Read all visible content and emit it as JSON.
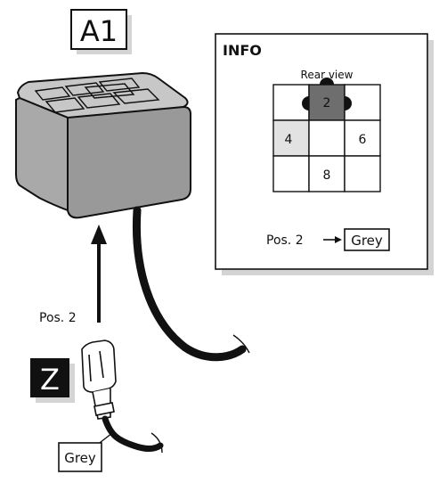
{
  "component_label": "A1",
  "connector_label": "Z",
  "pin_label": "Pos. 2",
  "wire_tag": "Grey",
  "info": {
    "title": "INFO",
    "view": "Rear view",
    "pins": {
      "p2": "2",
      "p4": "4",
      "p6": "6",
      "p8": "8"
    },
    "legend_pos": "Pos. 2",
    "legend_arrow": "→",
    "legend_color": "Grey"
  },
  "colors": {
    "housing_top": "#c7c7c7",
    "housing_front": "#a9a9a9",
    "housing_side": "#8f8f8f",
    "pin_dark": "#6e6e6e",
    "pin_light": "#e2e2e2",
    "shadow": "#d4d4d4"
  }
}
